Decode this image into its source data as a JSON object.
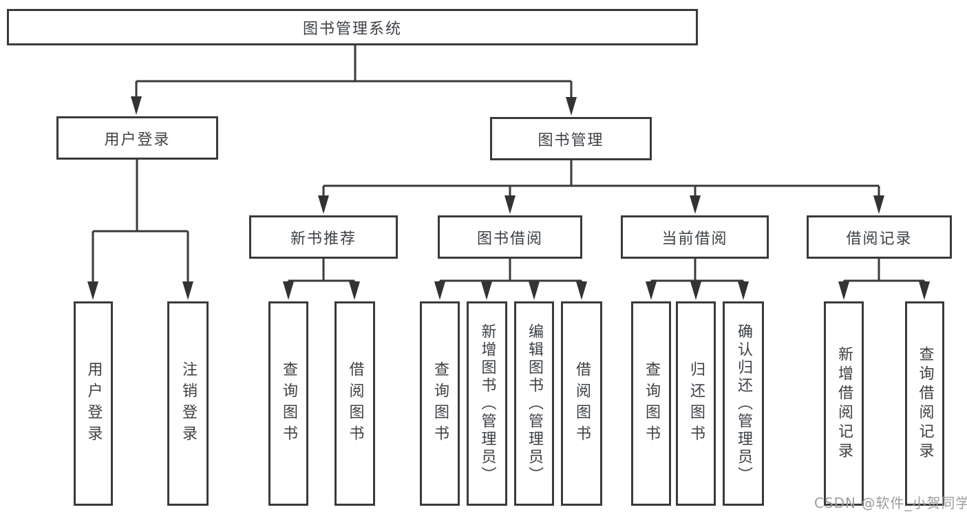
{
  "diagram_title": "图书管理系统",
  "tree": {
    "label": "图书管理系统",
    "children": [
      {
        "label": "用户登录",
        "children": [
          {
            "label": "用户登录"
          },
          {
            "label": "注销登录"
          }
        ]
      },
      {
        "label": "图书管理",
        "children": [
          {
            "label": "新书推荐",
            "children": [
              {
                "label": "查询图书"
              },
              {
                "label": "借阅图书"
              }
            ]
          },
          {
            "label": "图书借阅",
            "children": [
              {
                "label": "查询图书"
              },
              {
                "label": "新增图书（管理员）"
              },
              {
                "label": "编辑图书（管理员）"
              },
              {
                "label": "借阅图书"
              }
            ]
          },
          {
            "label": "当前借阅",
            "children": [
              {
                "label": "查询图书"
              },
              {
                "label": "归还图书"
              },
              {
                "label": "确认归还（管理员）"
              }
            ]
          },
          {
            "label": "借阅记录",
            "children": [
              {
                "label": "新增借阅记录"
              },
              {
                "label": "查询借阅记录"
              }
            ]
          }
        ]
      }
    ]
  },
  "watermark": {
    "text": "CSDN @软件_小贺同学"
  },
  "colors": {
    "line": "#3a3a3a",
    "text": "#3d4145",
    "watermark": "#9c9c9c",
    "background": "#ffffff"
  }
}
